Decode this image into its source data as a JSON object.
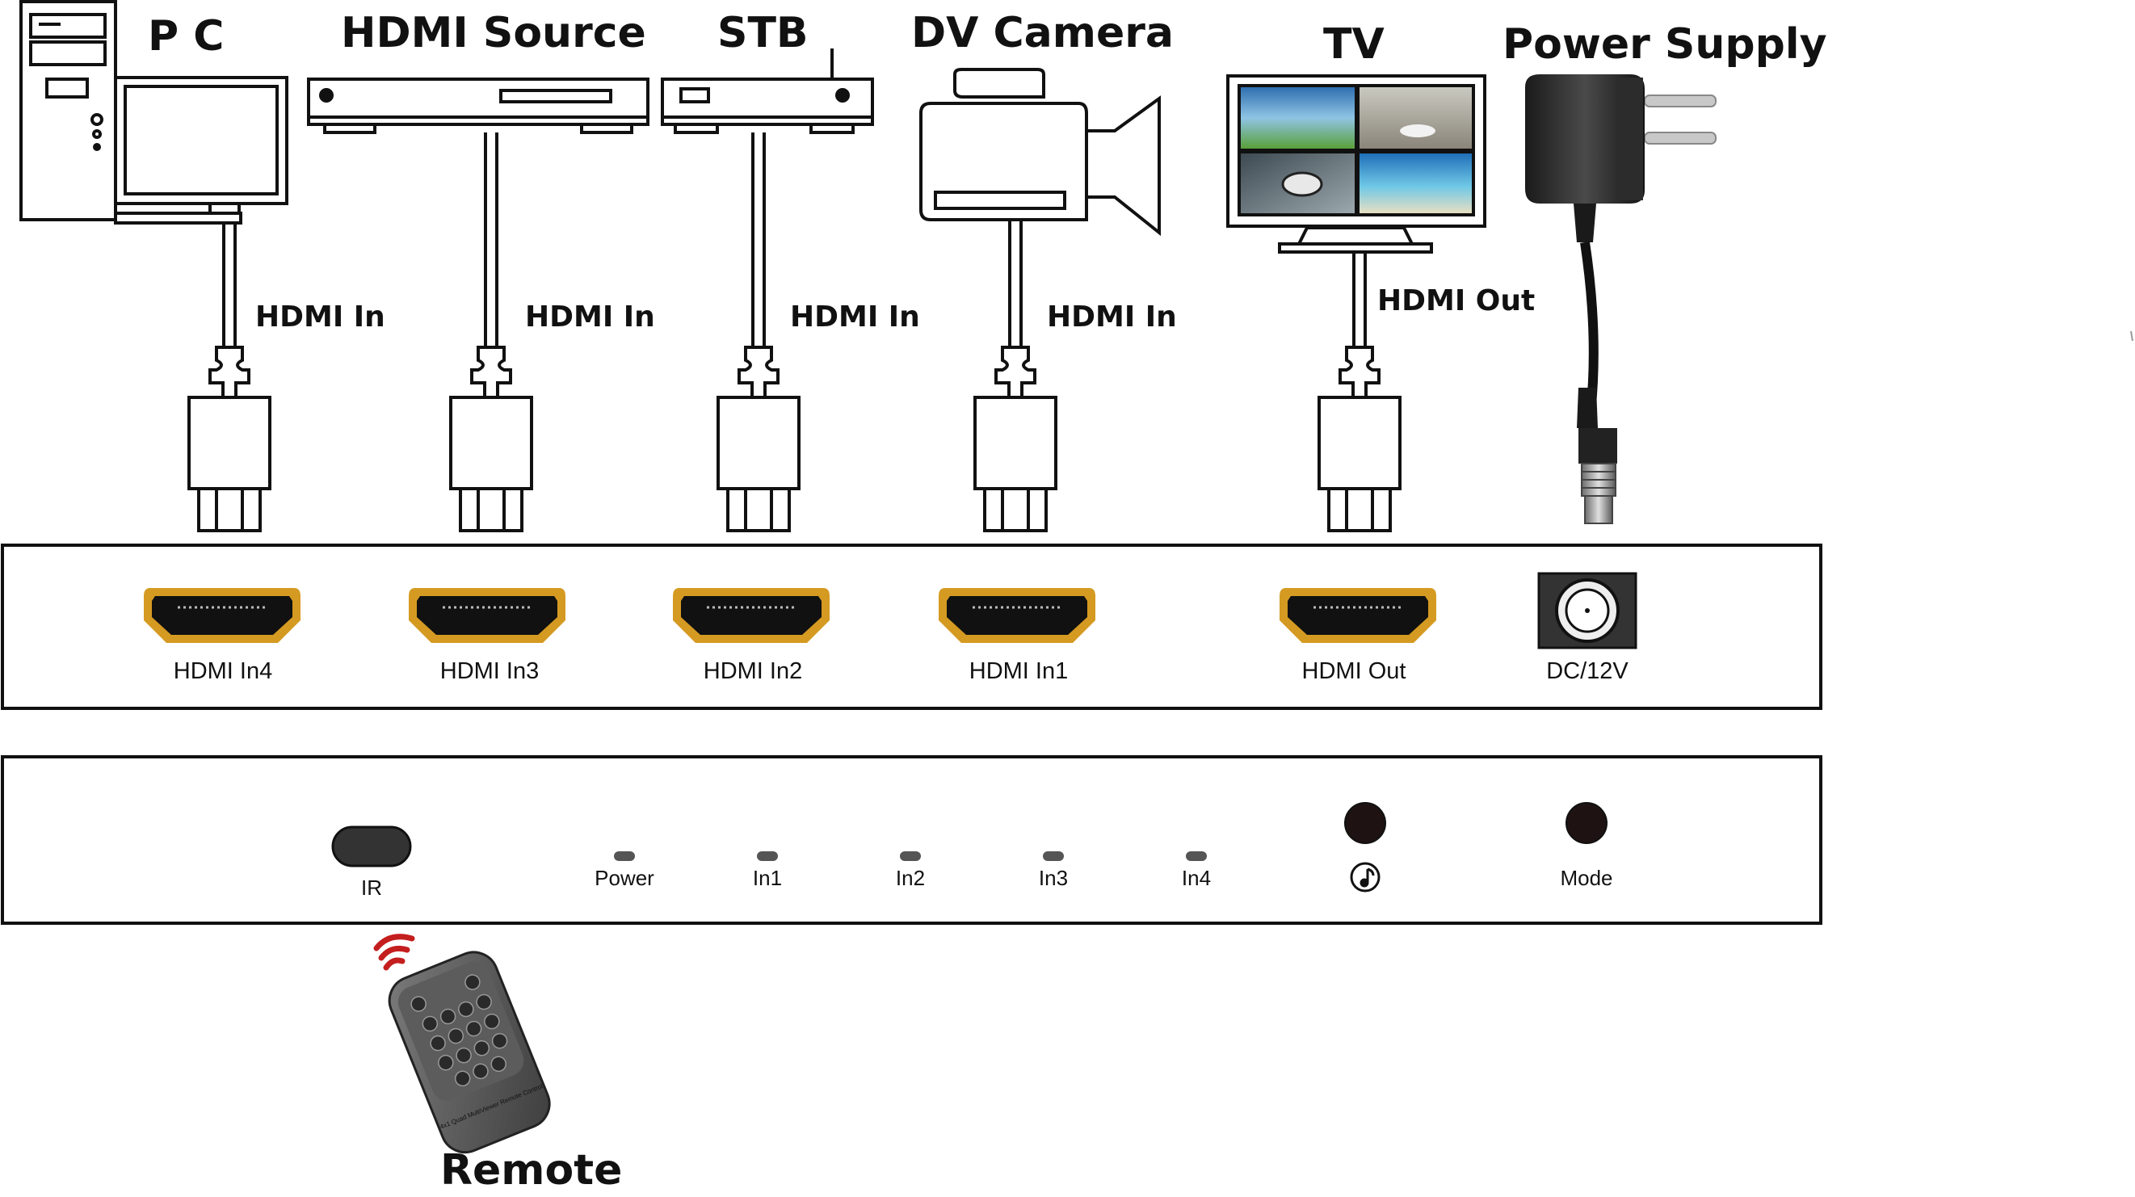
{
  "devices": {
    "pc": "P C",
    "hdmi_source": "HDMI Source",
    "stb": "STB",
    "dv_camera": "DV Camera",
    "tv": "TV",
    "power_supply": "Power Supply"
  },
  "cables": {
    "in_label": "HDMI In",
    "out_label": "HDMI Out"
  },
  "rear_panel": {
    "ports": [
      "HDMI In4",
      "HDMI In3",
      "HDMI In2",
      "HDMI In1",
      "HDMI Out",
      "DC/12V"
    ]
  },
  "front_panel": {
    "ir": "IR",
    "power": "Power",
    "leds": [
      "In1",
      "In2",
      "In3",
      "In4"
    ],
    "mode": "Mode"
  },
  "remote": {
    "title": "Remote",
    "print": "4x1 Quad MultiViewer Remote Control"
  },
  "colors": {
    "connector_gold": "#d59a22",
    "remote_signal": "#c41e1e",
    "line": "#111111"
  }
}
